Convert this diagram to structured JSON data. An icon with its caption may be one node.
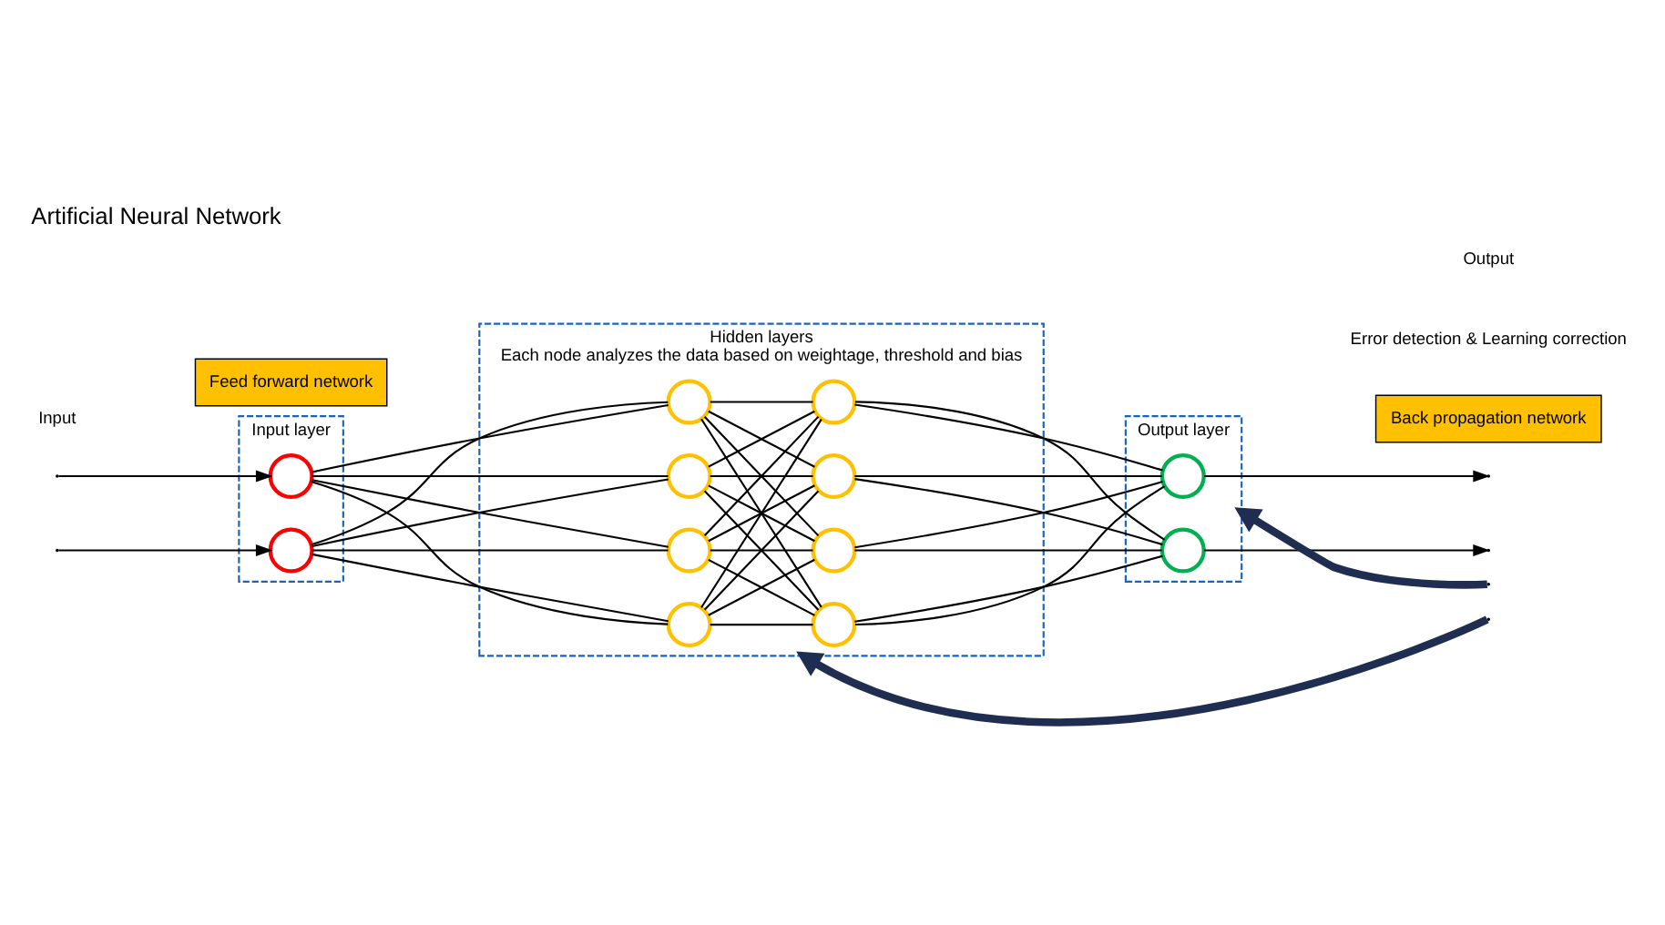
{
  "diagram": {
    "title": "Artificial Neural Network",
    "nodes": [
      {
        "text": [
          "Input layer"
        ]
      },
      {
        "text": [],
        "shape": "circle",
        "in": 0
      },
      {
        "text": [],
        "shape": "circle",
        "in": 0
      },
      {
        "text": [
          "Hidden layers",
          "Each node analyzes the data based on weightage, threshold and bias"
        ]
      },
      {
        "text": [],
        "shape": "circle",
        "in": 3
      },
      {
        "text": [],
        "shape": "circle",
        "in": 3
      },
      {
        "text": [],
        "shape": "circle",
        "in": 3
      },
      {
        "text": [],
        "shape": "circle",
        "in": 3
      },
      {
        "text": [],
        "shape": "circle",
        "in": 3
      },
      {
        "text": [],
        "shape": "circle",
        "in": 3
      },
      {
        "text": [],
        "shape": "circle",
        "in": 3
      },
      {
        "text": [],
        "shape": "circle",
        "in": 3
      },
      {
        "text": [
          "Output layer"
        ]
      },
      {
        "text": [],
        "shape": "circle",
        "in": 12
      },
      {
        "text": [],
        "shape": "circle",
        "in": 12
      },
      {
        "text": [
          "Feed forward network"
        ]
      },
      {
        "text": [
          "Back propagation network"
        ]
      }
    ],
    "edges": [
      {
        "from": null,
        "to": 1,
        "arrow": "to"
      },
      {
        "from": null,
        "to": 2,
        "arrow": "to"
      },
      {
        "from": 1,
        "to": 4,
        "arrow": "none"
      },
      {
        "from": 1,
        "to": 5,
        "arrow": "none"
      },
      {
        "from": 1,
        "to": 6,
        "arrow": "none"
      },
      {
        "from": 1,
        "to": 7,
        "arrow": "none"
      },
      {
        "from": 2,
        "to": 4,
        "arrow": "none"
      },
      {
        "from": 2,
        "to": 5,
        "arrow": "none"
      },
      {
        "from": 2,
        "to": 6,
        "arrow": "none"
      },
      {
        "from": 2,
        "to": 7,
        "arrow": "none"
      },
      {
        "from": 4,
        "to": 8,
        "arrow": "none"
      },
      {
        "from": 4,
        "to": 9,
        "arrow": "none"
      },
      {
        "from": 4,
        "to": 10,
        "arrow": "none"
      },
      {
        "from": 4,
        "to": 11,
        "arrow": "none"
      },
      {
        "from": 5,
        "to": 8,
        "arrow": "none"
      },
      {
        "from": 5,
        "to": 9,
        "arrow": "none"
      },
      {
        "from": 5,
        "to": 10,
        "arrow": "none"
      },
      {
        "from": 5,
        "to": 11,
        "arrow": "none"
      },
      {
        "from": 6,
        "to": 8,
        "arrow": "none"
      },
      {
        "from": 6,
        "to": 9,
        "arrow": "none"
      },
      {
        "from": 6,
        "to": 10,
        "arrow": "none"
      },
      {
        "from": 6,
        "to": 11,
        "arrow": "none"
      },
      {
        "from": 7,
        "to": 8,
        "arrow": "none"
      },
      {
        "from": 7,
        "to": 9,
        "arrow": "none"
      },
      {
        "from": 7,
        "to": 10,
        "arrow": "none"
      },
      {
        "from": 7,
        "to": 11,
        "arrow": "none"
      },
      {
        "from": 8,
        "to": 13,
        "arrow": "none"
      },
      {
        "from": 8,
        "to": 14,
        "arrow": "none"
      },
      {
        "from": 9,
        "to": 13,
        "arrow": "none"
      },
      {
        "from": 9,
        "to": 14,
        "arrow": "none"
      },
      {
        "from": 10,
        "to": 13,
        "arrow": "none"
      },
      {
        "from": 10,
        "to": 14,
        "arrow": "none"
      },
      {
        "from": 11,
        "to": 13,
        "arrow": "none"
      },
      {
        "from": 11,
        "to": 14,
        "arrow": "none"
      },
      {
        "from": 13,
        "to": null,
        "arrow": "to"
      },
      {
        "from": 14,
        "to": null,
        "arrow": "to"
      },
      {
        "from": null,
        "to": 3,
        "arrow": "to",
        "style": "thick",
        "color": "#1f2d50"
      },
      {
        "from": null,
        "to": 12,
        "arrow": "to",
        "style": "thick",
        "color": "#1f2d50"
      }
    ],
    "labels": [
      "Input",
      "Error detection & Learning correction",
      "Output"
    ]
  }
}
